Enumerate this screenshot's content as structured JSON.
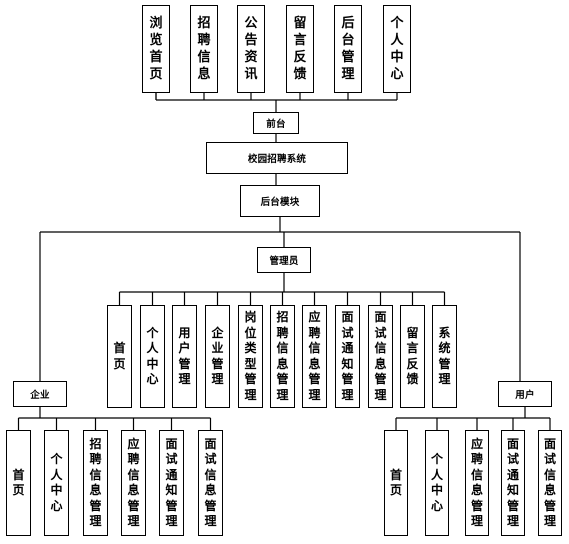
{
  "frontend_modules": [
    "浏览首页",
    "招聘信息",
    "公告资讯",
    "留言反馈",
    "后台管理",
    "个人中心"
  ],
  "frontend_label": "前台",
  "system_title": "校园招聘系统",
  "backend_label": "后台模块",
  "admin_label": "管理员",
  "admin_modules": [
    "首页",
    "个人中心",
    "用户管理",
    "企业管理",
    "岗位类型管理",
    "招聘信息管理",
    "应聘信息管理",
    "面试通知管理",
    "面试信息管理",
    "留言反馈",
    "系统管理"
  ],
  "enterprise_label": "企业",
  "enterprise_modules": [
    "首页",
    "个人中心",
    "招聘信息管理",
    "应聘信息管理",
    "面试通知管理",
    "面试信息管理"
  ],
  "user_label": "用户",
  "user_modules": [
    "首页",
    "个人中心",
    "应聘信息管理",
    "面试通知管理",
    "面试信息管理"
  ]
}
